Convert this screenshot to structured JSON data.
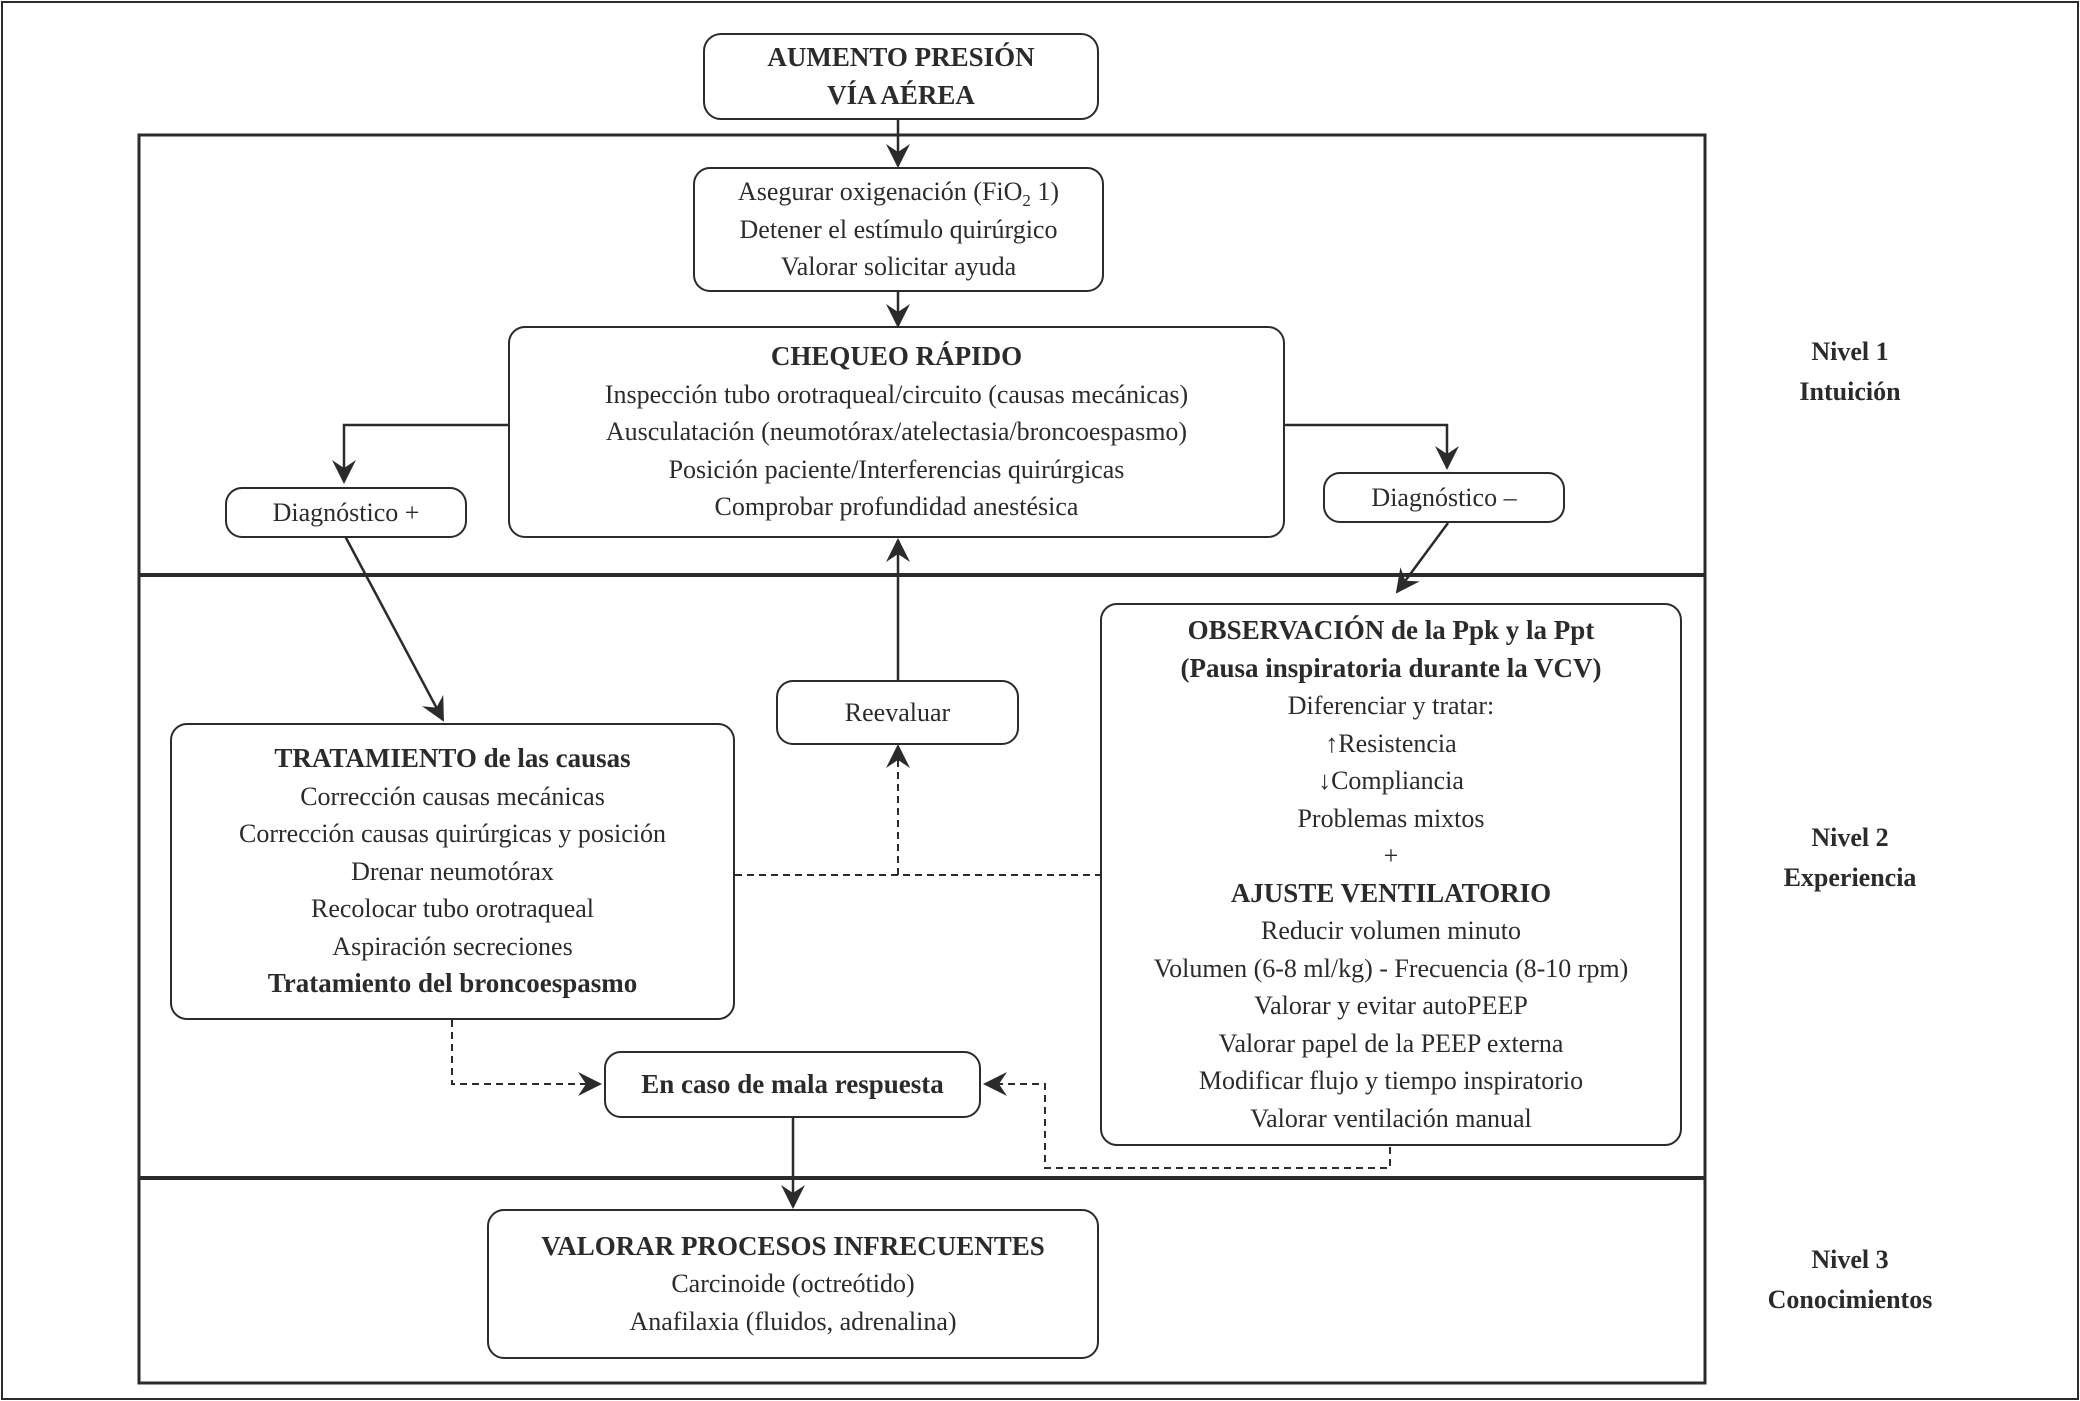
{
  "start": {
    "line1": "AUMENTO PRESIÓN",
    "line2": "VÍA AÉREA"
  },
  "step1": {
    "line1_pre": "Asegurar oxigenación (FiO",
    "line1_sub": "2",
    "line1_post": " 1)",
    "line2": "Detener el estímulo quirúrgico",
    "line3": "Valorar solicitar ayuda"
  },
  "quick_check": {
    "title": "CHEQUEO RÁPIDO",
    "items": [
      "Inspección tubo orotraqueal/circuito (causas mecánicas)",
      "Ausculatación (neumotórax/atelectasia/broncoespasmo)",
      "Posición paciente/Interferencias quirúrgicas",
      "Comprobar profundidad anestésica"
    ]
  },
  "diag_pos": "Diagnóstico +",
  "diag_neg": "Diagnóstico –",
  "reevaluate": "Reevaluar",
  "treatment": {
    "title": "TRATAMIENTO de las causas",
    "items": [
      "Corrección causas mecánicas",
      "Corrección causas quirúrgicas y posición",
      "Drenar neumotórax",
      "Recolocar tubo orotraqueal",
      "Aspiración secreciones"
    ],
    "last": "Tratamiento del broncoespasmo"
  },
  "observation": {
    "title1": "OBSERVACIÓN de la Ppk y la Ppt",
    "title2": "(Pausa inspiratoria durante la VCV)",
    "diff": "Diferenciar y tratar:",
    "resistance": "↑Resistencia",
    "compliance": "↓Compliancia",
    "mixed": "Problemas mixtos",
    "plus": "+",
    "vent_title": "AJUSTE VENTILATORIO",
    "vent_items": [
      "Reducir volumen minuto",
      "Volumen (6-8 ml/kg) - Frecuencia (8-10 rpm)",
      "Valorar y evitar autoPEEP",
      "Valorar papel de la PEEP externa",
      "Modificar flujo y tiempo inspiratorio",
      "Valorar ventilación manual"
    ]
  },
  "bad_response": "En caso de mala respuesta",
  "rare": {
    "title": "VALORAR PROCESOS INFRECUENTES",
    "items": [
      "Carcinoide (octreótido)",
      "Anafilaxia (fluidos, adrenalina)"
    ]
  },
  "levels": [
    {
      "name": "Nivel 1",
      "desc": "Intuición"
    },
    {
      "name": "Nivel 2",
      "desc": "Experiencia"
    },
    {
      "name": "Nivel 3",
      "desc": "Conocimientos"
    }
  ],
  "colors": {
    "ink": "#2b2b2b",
    "background": "#ffffff"
  }
}
